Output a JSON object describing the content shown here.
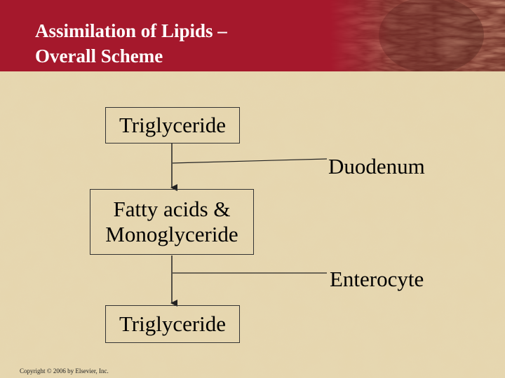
{
  "slide": {
    "title_line1": "Assimilation of Lipids –",
    "title_line2": "Overall Scheme",
    "colors": {
      "header": "#a5182c",
      "title_text": "#ffffff",
      "background": "#e3d2a8"
    }
  },
  "diagram": {
    "nodes": [
      "Triglyceride",
      "Fatty acids &",
      "Monoglyceride",
      "Triglyceride"
    ],
    "sites": [
      "Duodenum",
      "Enterocyte"
    ]
  },
  "footer": {
    "copyright": "Copyright © 2006 by Elsevier, Inc."
  }
}
